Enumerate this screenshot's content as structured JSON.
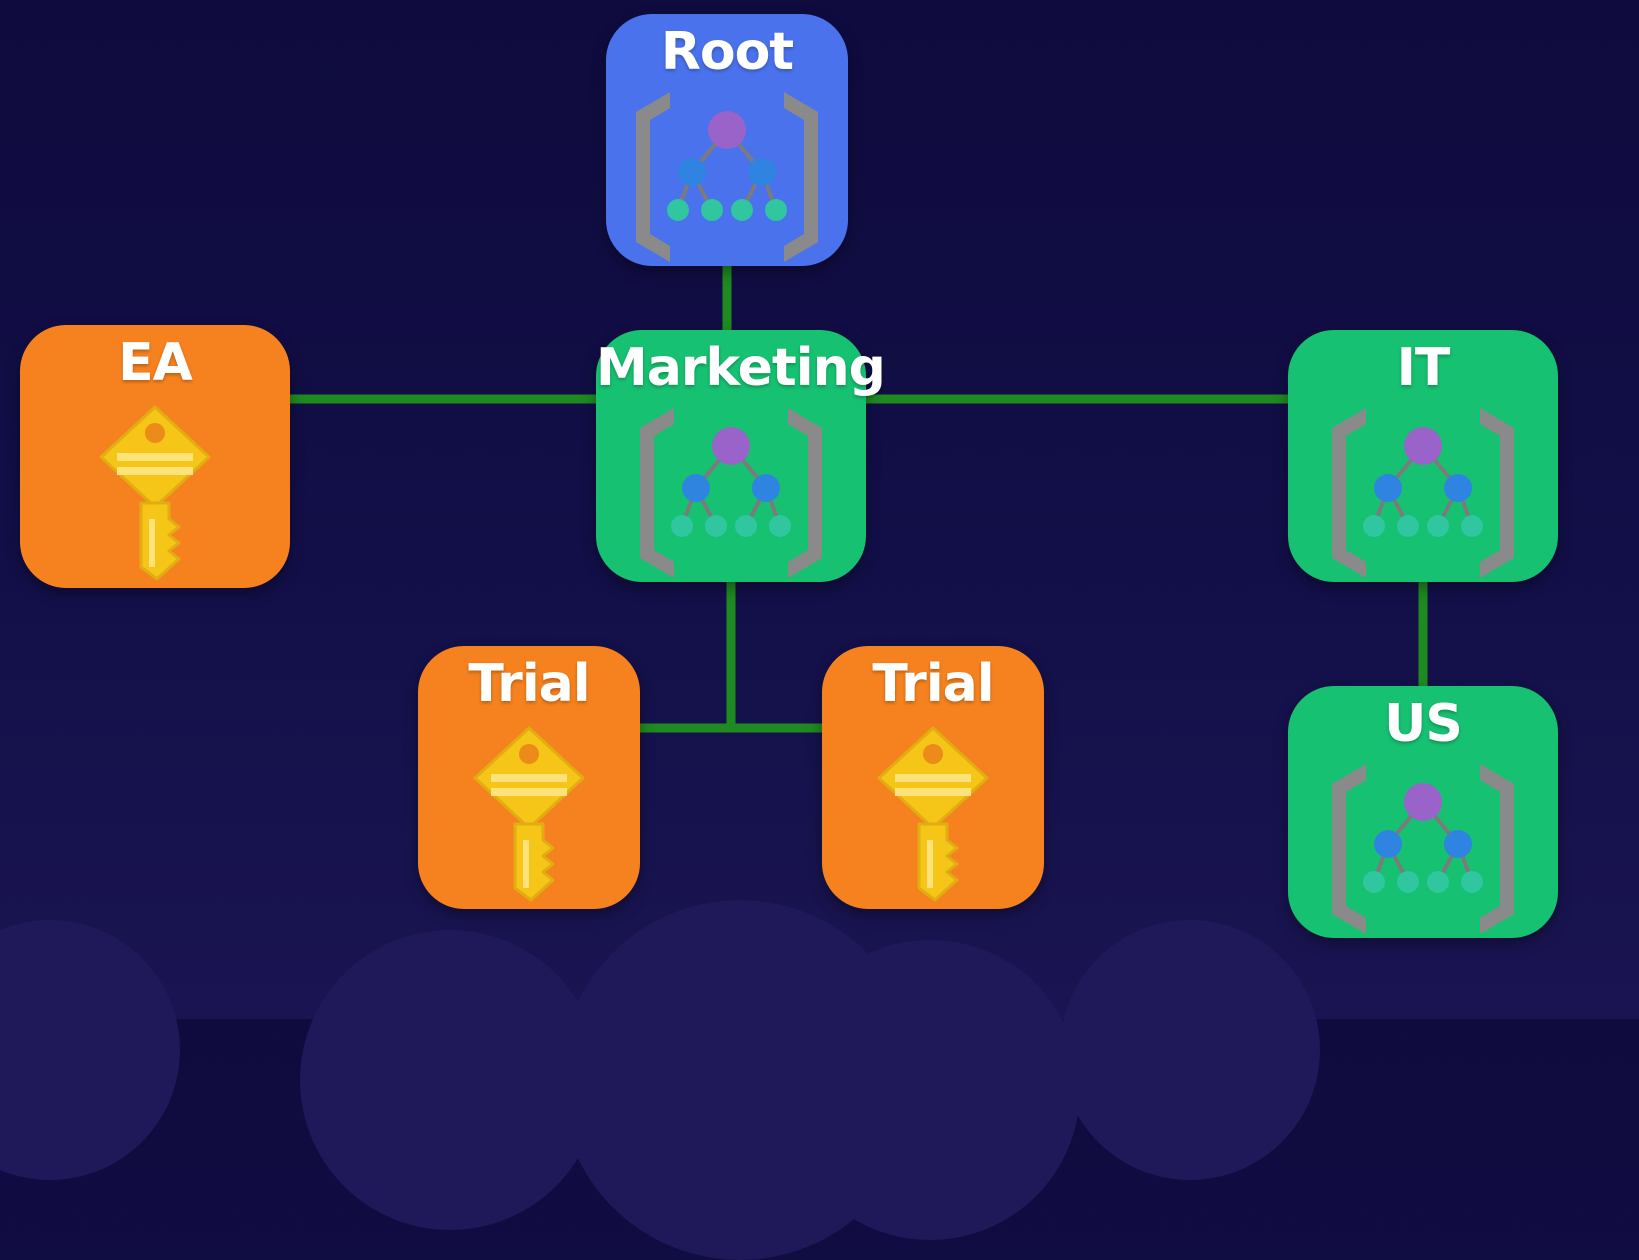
{
  "diagram": {
    "nodes": [
      {
        "id": "root",
        "label": "Root",
        "kind": "management-group",
        "color": "#4a72ec",
        "icon": "hierarchy-icon"
      },
      {
        "id": "marketing",
        "label": "Marketing",
        "kind": "management-group",
        "color": "#16c171",
        "icon": "hierarchy-icon"
      },
      {
        "id": "it",
        "label": "IT",
        "kind": "management-group",
        "color": "#16c171",
        "icon": "hierarchy-icon"
      },
      {
        "id": "us",
        "label": "US",
        "kind": "management-group",
        "color": "#16c171",
        "icon": "hierarchy-icon"
      },
      {
        "id": "ea",
        "label": "EA",
        "kind": "subscription",
        "color": "#f5821e",
        "icon": "key-icon"
      },
      {
        "id": "trial1",
        "label": "Trial",
        "kind": "subscription",
        "color": "#f5821e",
        "icon": "key-icon"
      },
      {
        "id": "trial2",
        "label": "Trial",
        "kind": "subscription",
        "color": "#f5821e",
        "icon": "key-icon"
      }
    ],
    "edges": [
      {
        "from": "root",
        "to": "marketing"
      },
      {
        "from": "marketing",
        "to": "ea"
      },
      {
        "from": "marketing",
        "to": "it"
      },
      {
        "from": "marketing",
        "to": "trial1"
      },
      {
        "from": "marketing",
        "to": "trial2"
      },
      {
        "from": "it",
        "to": "us"
      }
    ],
    "connector_color": "#1f8a1f"
  }
}
